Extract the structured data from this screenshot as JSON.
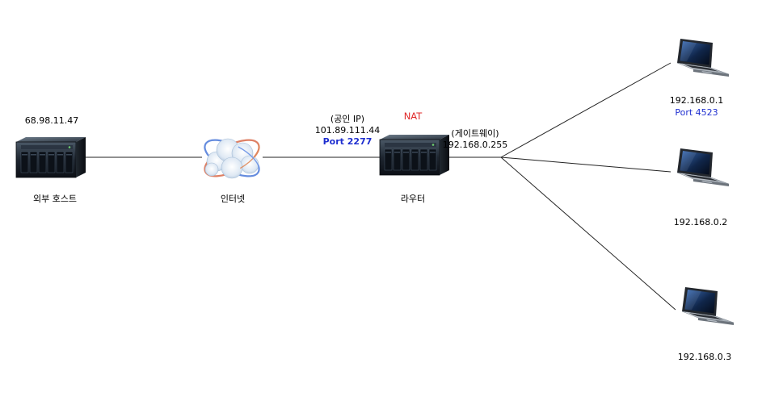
{
  "colors": {
    "port": "#1f2fd0",
    "nat": "#e02a2a",
    "line": "#222222"
  },
  "nodes": {
    "external_host": {
      "ip": "68.98.11.47",
      "label": "외부 호스트",
      "icon": "server-icon"
    },
    "internet": {
      "label": "인터넷",
      "icon": "cloud-globe-icon"
    },
    "router": {
      "public_ip_caption": "(공인 IP)",
      "public_ip": "101.89.111.44",
      "public_port": "Port 2277",
      "nat_label": "NAT",
      "gateway_caption": "(게이트웨이)",
      "gateway_ip": "192.168.0.255",
      "label": "라우터",
      "icon": "server-icon"
    },
    "laptops": [
      {
        "ip": "192.168.0.1",
        "port": "Port 4523",
        "icon": "laptop-icon"
      },
      {
        "ip": "192.168.0.2",
        "port": "",
        "icon": "laptop-icon"
      },
      {
        "ip": "192.168.0.3",
        "port": "",
        "icon": "laptop-icon"
      }
    ]
  }
}
